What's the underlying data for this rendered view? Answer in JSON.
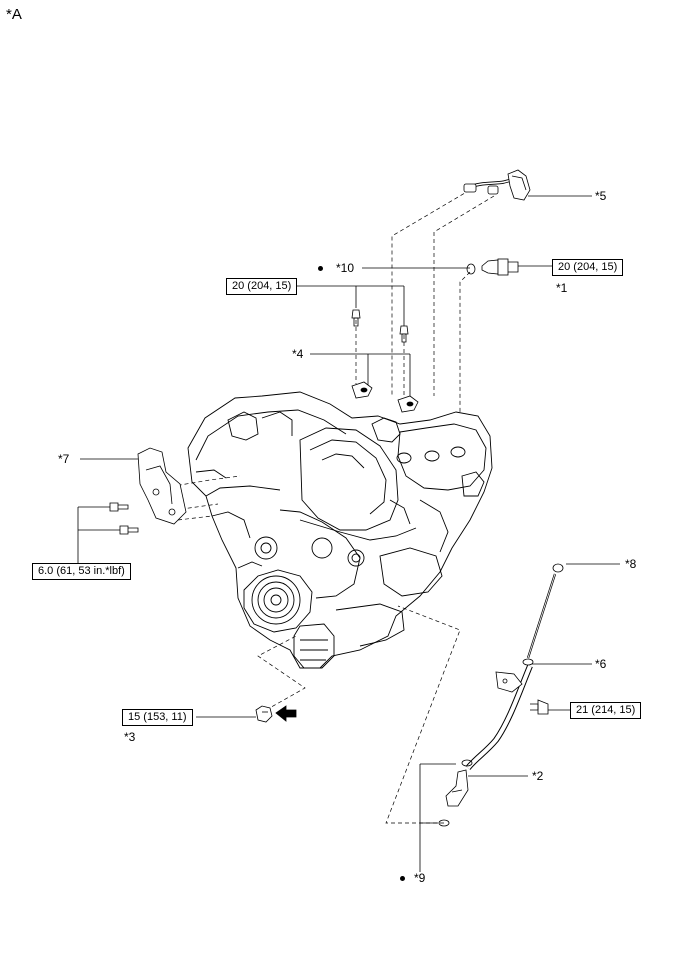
{
  "corner_label": "*A",
  "callouts": {
    "c1": "*1",
    "c2": "*2",
    "c3": "*3",
    "c4": "*4",
    "c5": "*5",
    "c6": "*6",
    "c7": "*7",
    "c8": "*8",
    "c9": "*9",
    "c10": "*10"
  },
  "torque": {
    "sensor": "20 (204, 15)",
    "knock_bolts": "20 (204, 15)",
    "bracket_bolts": "6.0 (61, 53 in.*lbf)",
    "drain": "15 (153, 11)",
    "guide_bolt": "21 (214, 15)"
  }
}
